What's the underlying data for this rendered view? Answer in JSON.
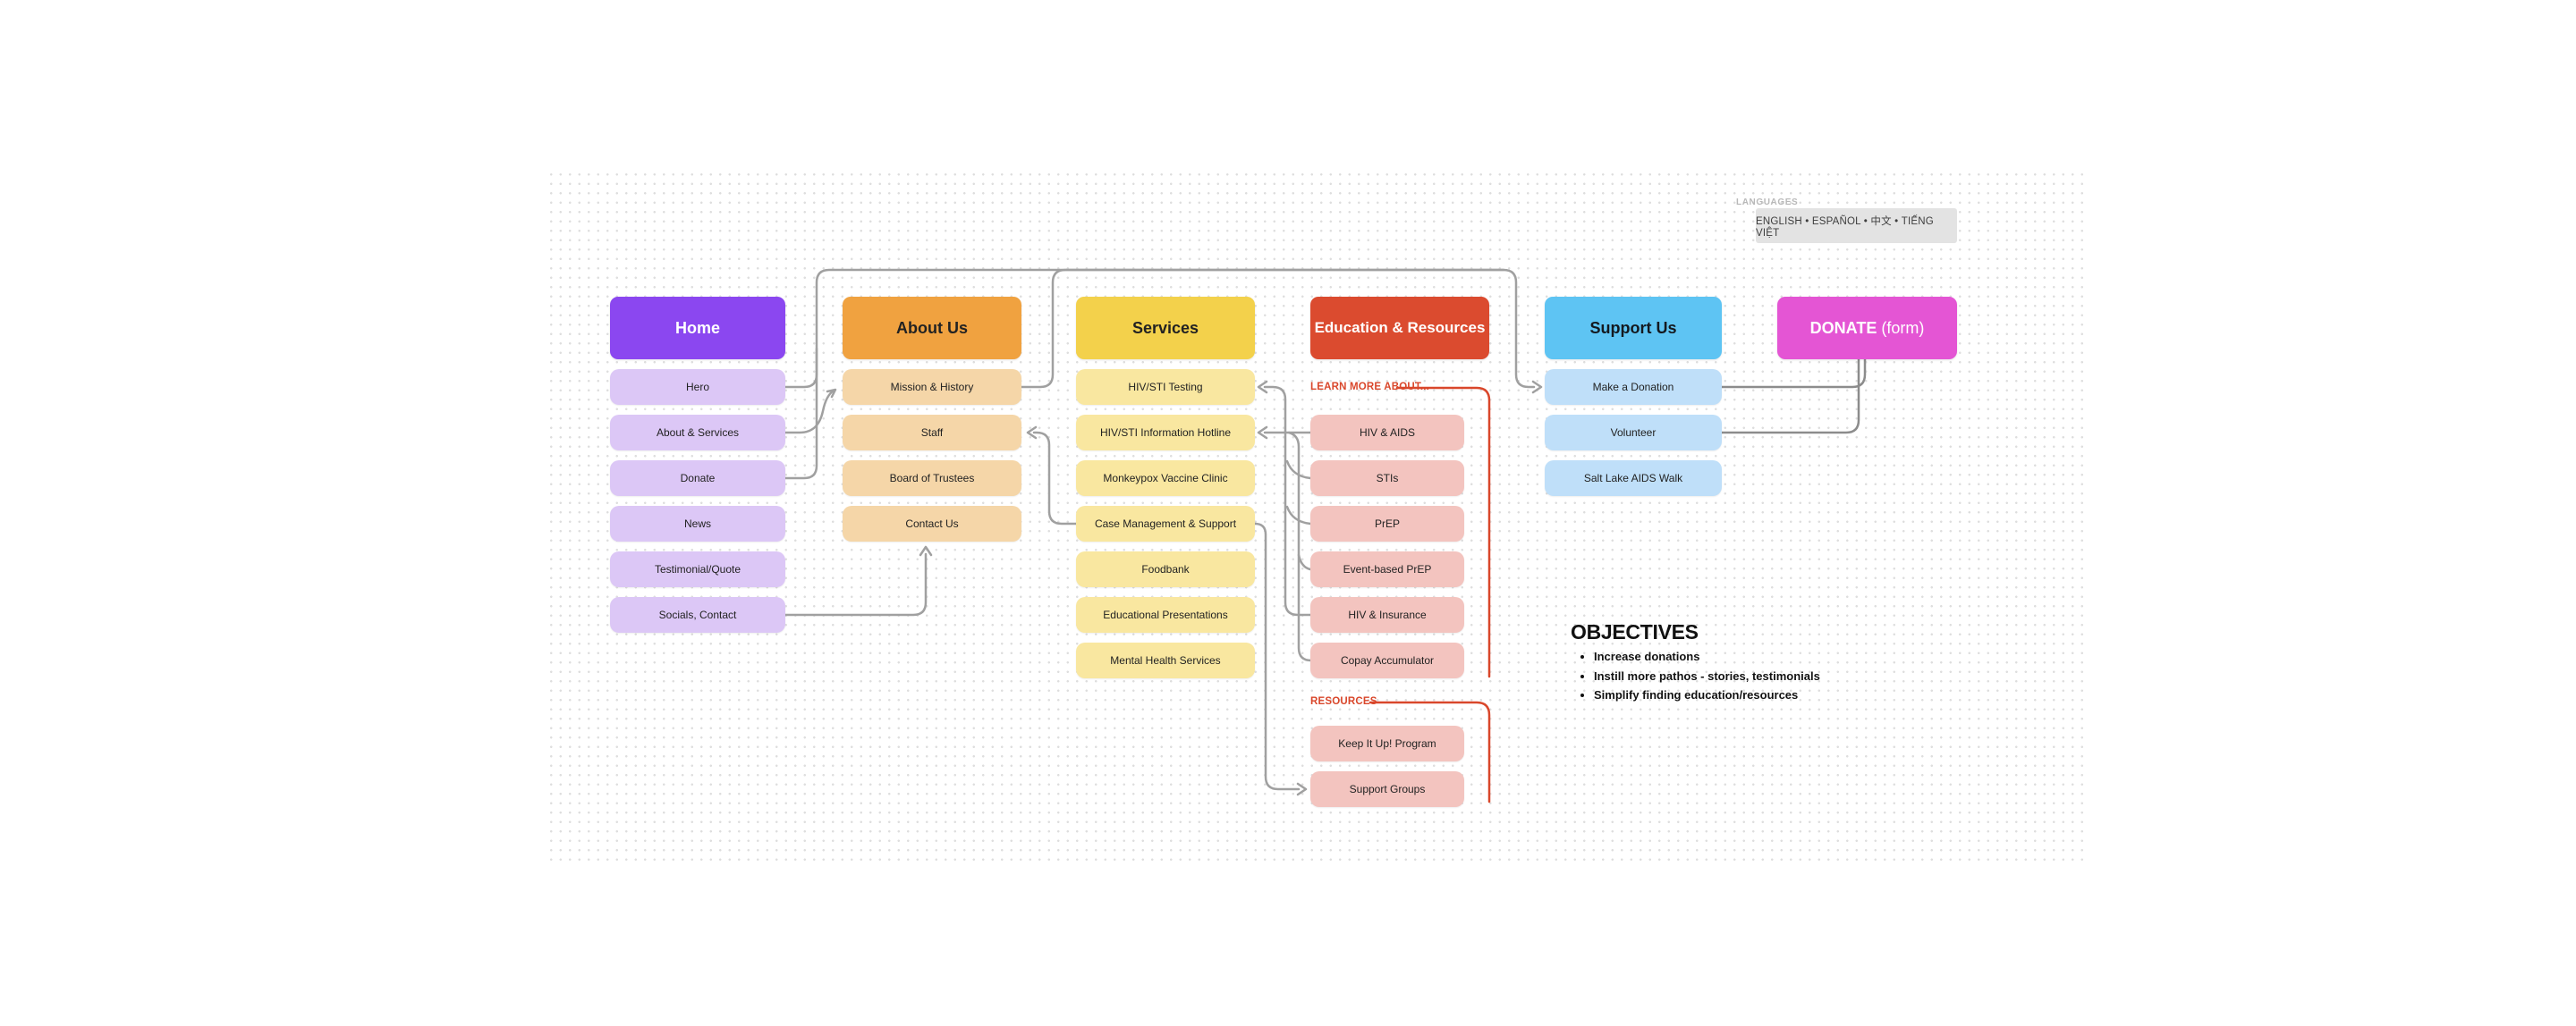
{
  "languages": {
    "label": "LANGUAGES",
    "options": "ENGLISH • ESPAÑOL • 中文 • TIẾNG VIỆT"
  },
  "columns": {
    "home": {
      "title": "Home",
      "items": [
        "Hero",
        "About & Services",
        "Donate",
        "News",
        "Testimonial/Quote",
        "Socials, Contact"
      ]
    },
    "about": {
      "title": "About Us",
      "items": [
        "Mission & History",
        "Staff",
        "Board of Trustees",
        "Contact Us"
      ]
    },
    "services": {
      "title": "Services",
      "items": [
        "HIV/STI Testing",
        "HIV/STI Information Hotline",
        "Monkeypox Vaccine Clinic",
        "Case Management & Support",
        "Foodbank",
        "Educational Presentations",
        "Mental Health Services"
      ]
    },
    "education": {
      "title": "Education & Resources",
      "learn_label": "LEARN MORE ABOUT...",
      "learn_items": [
        "HIV & AIDS",
        "STIs",
        "PrEP",
        "Event-based PrEP",
        "HIV & Insurance",
        "Copay Accumulator"
      ],
      "resources_label": "RESOURCES",
      "resources_items": [
        "Keep It Up! Program",
        "Support Groups"
      ]
    },
    "support": {
      "title": "Support Us",
      "items": [
        "Make a Donation",
        "Volunteer",
        "Salt Lake AIDS Walk"
      ]
    },
    "donate": {
      "title_main": "DONATE",
      "title_suffix": " (form)"
    }
  },
  "objectives": {
    "title": "OBJECTIVES",
    "bullets": [
      "Increase donations",
      "Instill more pathos - stories, testimonials",
      "Simplify finding education/resources"
    ]
  },
  "colors": {
    "home_header": "#8b47f0",
    "home_item": "#dcc7f6",
    "about_header": "#f0a240",
    "about_item": "#f5d6a8",
    "services_header": "#f3d14b",
    "services_item": "#f9e7a0",
    "education_header": "#db4b2f",
    "education_item": "#f3c4bf",
    "support_header": "#5ec4f3",
    "support_item": "#bfdff9",
    "donate_header": "#e455d4",
    "connector_gray": "#a0a0a0",
    "accent_red": "#d9472b"
  }
}
